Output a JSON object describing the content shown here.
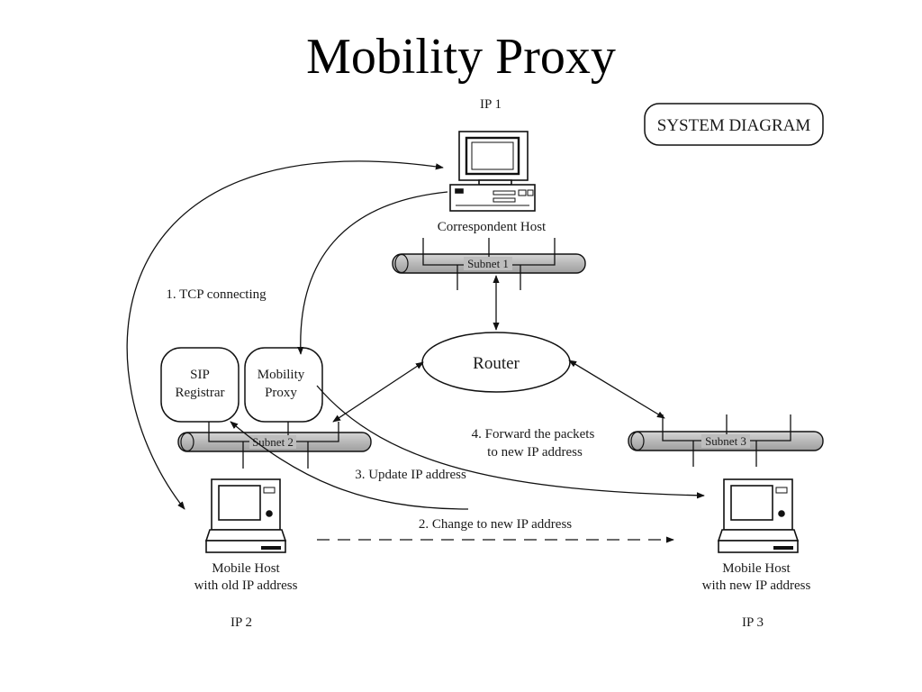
{
  "title": "Mobility Proxy",
  "system_box": "SYSTEM DIAGRAM",
  "nodes": {
    "ip1": "IP 1",
    "correspondent_host": "Correspondent Host",
    "subnet1": "Subnet 1",
    "router": "Router",
    "sip_registrar_l1": "SIP",
    "sip_registrar_l2": "Registrar",
    "mobility_proxy_l1": "Mobility",
    "mobility_proxy_l2": "Proxy",
    "subnet2": "Subnet 2",
    "subnet3": "Subnet 3",
    "mobile_old_l1": "Mobile Host",
    "mobile_old_l2": "with old IP address",
    "mobile_new_l1": "Mobile Host",
    "mobile_new_l2": "with new IP address",
    "ip2": "IP 2",
    "ip3": "IP 3"
  },
  "steps": {
    "s1": "1. TCP connecting",
    "s2": "2. Change to new IP address",
    "s3": "3. Update IP address",
    "s4_l1": "4. Forward the packets",
    "s4_l2": "to new IP address"
  }
}
